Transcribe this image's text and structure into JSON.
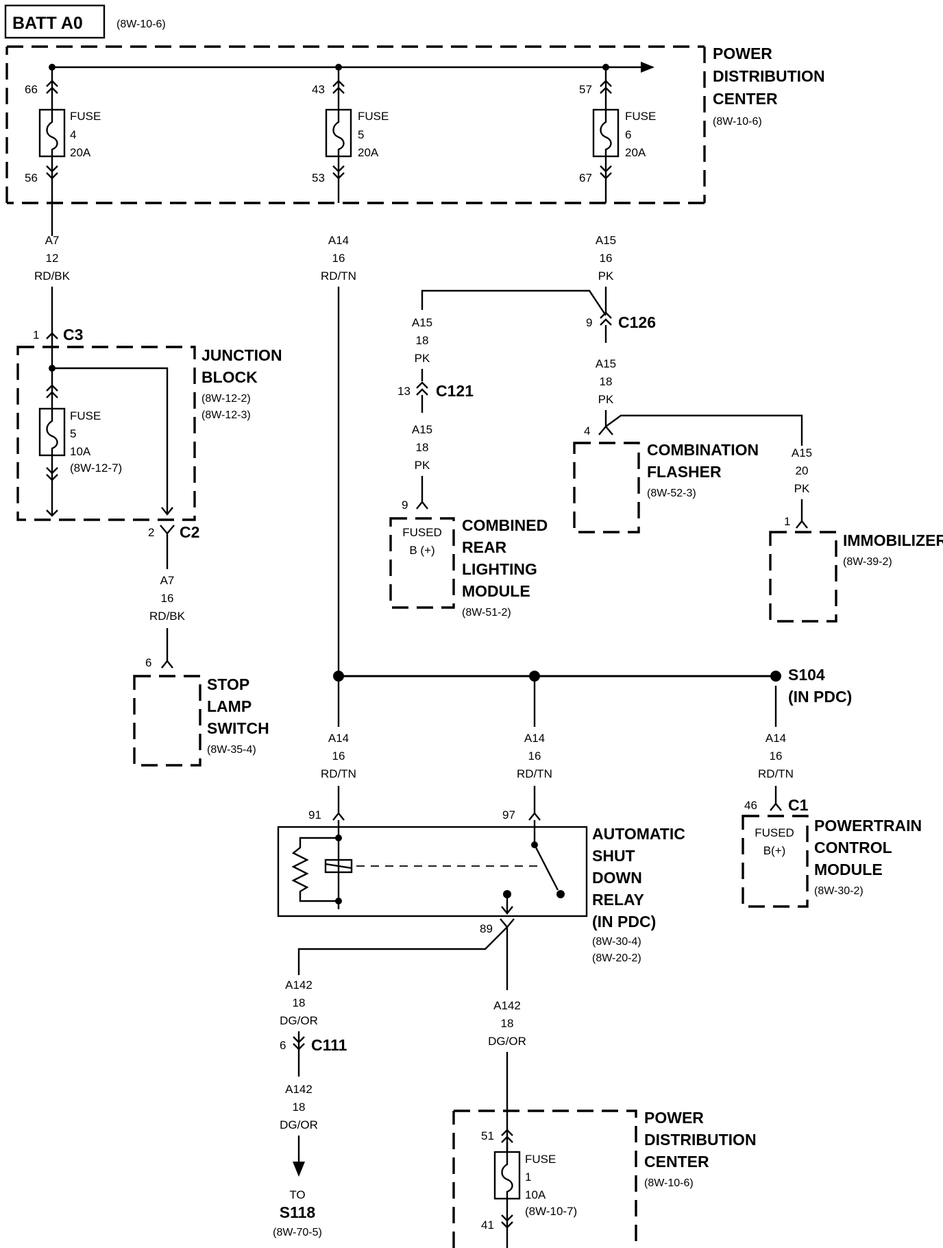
{
  "header": {
    "batt": "BATT A0",
    "batt_ref": "(8W-10-6)"
  },
  "pdc_top": {
    "l1": "POWER",
    "l2": "DISTRIBUTION",
    "l3": "CENTER",
    "ref": "(8W-10-6)"
  },
  "fuses_top": [
    {
      "l1": "FUSE",
      "num": "4",
      "amp": "20A",
      "pin_in": "66",
      "pin_out": "56"
    },
    {
      "l1": "FUSE",
      "num": "5",
      "amp": "20A",
      "pin_in": "43",
      "pin_out": "53"
    },
    {
      "l1": "FUSE",
      "num": "6",
      "amp": "20A",
      "pin_in": "57",
      "pin_out": "67"
    }
  ],
  "wires": {
    "a7_12": {
      "c": "A7",
      "g": "12",
      "col": "RD/BK"
    },
    "a14_main": {
      "c": "A14",
      "g": "16",
      "col": "RD/TN"
    },
    "a15_16": {
      "c": "A15",
      "g": "16",
      "col": "PK"
    },
    "a15_c126_left": {
      "c": "A15",
      "g": "18",
      "col": "PK"
    },
    "a15_c126_down": {
      "c": "A15",
      "g": "18",
      "col": "PK"
    },
    "a15_c121_down": {
      "c": "A15",
      "g": "18",
      "col": "PK"
    },
    "a15_20": {
      "c": "A15",
      "g": "20",
      "col": "PK"
    },
    "a7_16": {
      "c": "A7",
      "g": "16",
      "col": "RD/BK"
    },
    "a14_91": {
      "c": "A14",
      "g": "16",
      "col": "RD/TN"
    },
    "a14_97": {
      "c": "A14",
      "g": "16",
      "col": "RD/TN"
    },
    "a14_pcm": {
      "c": "A14",
      "g": "16",
      "col": "RD/TN"
    },
    "a142_left": {
      "c": "A142",
      "g": "18",
      "col": "DG/OR"
    },
    "a142_right": {
      "c": "A142",
      "g": "18",
      "col": "DG/OR"
    },
    "a142_s118": {
      "c": "A142",
      "g": "18",
      "col": "DG/OR"
    }
  },
  "connectors": {
    "c3": {
      "name": "C3",
      "pin": "1"
    },
    "c2": {
      "name": "C2",
      "pin": "2"
    },
    "c126": {
      "name": "C126",
      "pin": "9"
    },
    "c121": {
      "name": "C121",
      "pin": "13"
    },
    "c111": {
      "name": "C111",
      "pin": "6"
    },
    "c1": {
      "name": "C1",
      "pin": "46"
    }
  },
  "junction_block": {
    "l1": "JUNCTION",
    "l2": "BLOCK",
    "ref1": "(8W-12-2)",
    "ref2": "(8W-12-3)",
    "fuse": {
      "l1": "FUSE",
      "num": "5",
      "amp": "10A",
      "ref": "(8W-12-7)"
    }
  },
  "crlm": {
    "l1": "COMBINED",
    "l2": "REAR",
    "l3": "LIGHTING",
    "l4": "MODULE",
    "ref": "(8W-51-2)",
    "pin": "9",
    "in1": "FUSED",
    "in2": "B (+)"
  },
  "flasher": {
    "l1": "COMBINATION",
    "l2": "FLASHER",
    "ref": "(8W-52-3)",
    "pin": "4"
  },
  "immobilizer": {
    "l1": "IMMOBILIZER",
    "ref": "(8W-39-2)",
    "pin": "1"
  },
  "stop_lamp": {
    "l1": "STOP",
    "l2": "LAMP",
    "l3": "SWITCH",
    "ref": "(8W-35-4)",
    "pin": "6"
  },
  "splice": {
    "name": "S104",
    "sub": "(IN PDC)"
  },
  "pcm": {
    "l1": "POWERTRAIN",
    "l2": "CONTROL",
    "l3": "MODULE",
    "ref": "(8W-30-2)",
    "in1": "FUSED",
    "in2": "B(+)"
  },
  "asd": {
    "l1": "AUTOMATIC",
    "l2": "SHUT",
    "l3": "DOWN",
    "l4": "RELAY",
    "l5": "(IN PDC)",
    "ref1": "(8W-30-4)",
    "ref2": "(8W-20-2)",
    "pin_91": "91",
    "pin_97": "97",
    "pin_89": "89"
  },
  "s118": {
    "to": "TO",
    "name": "S118",
    "ref": "(8W-70-5)"
  },
  "pdc_bottom": {
    "l1": "POWER",
    "l2": "DISTRIBUTION",
    "l3": "CENTER",
    "ref": "(8W-10-6)",
    "fuse": {
      "l1": "FUSE",
      "num": "1",
      "amp": "10A",
      "ref": "(8W-10-7)",
      "pin_in": "51",
      "pin_out": "41"
    }
  }
}
